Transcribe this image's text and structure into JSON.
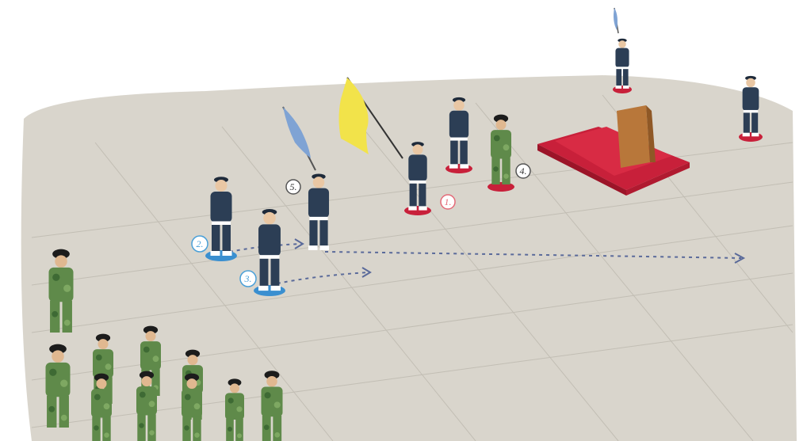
{
  "scene": {
    "ground_color": "#d9d5cc",
    "grid_color": "#bfbbb1",
    "arrow_color": "#5a6a9a",
    "uniform_navy": "#2c3e55",
    "uniform_camo": "#5f8a4a",
    "stand_red": "#c8203a",
    "podium_color": "#b8773a",
    "flag_yellow": "#f2e34a",
    "flag_blue": "#7fa3d4"
  },
  "markers": [
    {
      "label": "1.",
      "color": "red"
    },
    {
      "label": "2.",
      "color": "blue"
    },
    {
      "label": "3.",
      "color": "blue"
    },
    {
      "label": "4.",
      "color": "white"
    },
    {
      "label": "5.",
      "color": "white"
    }
  ]
}
